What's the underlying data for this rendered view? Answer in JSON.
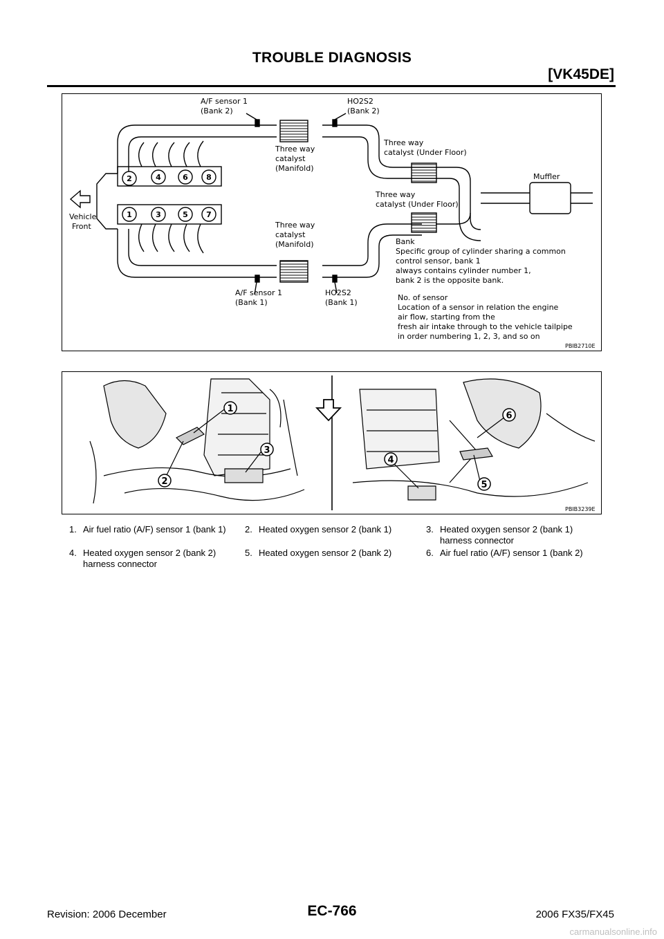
{
  "header": {
    "title": "TROUBLE DIAGNOSIS",
    "section": "[VK45DE]"
  },
  "figure1": {
    "id": "PBIB2710E",
    "labels": {
      "af_bank2_l1": "A/F sensor 1",
      "af_bank2_l2": "(Bank 2)",
      "ho2s2_bank2_l1": "HO2S2",
      "ho2s2_bank2_l2": "(Bank 2)",
      "twc_manifold_top_l1": "Three way",
      "twc_manifold_top_l2": "catalyst",
      "twc_manifold_top_l3": "(Manifold)",
      "twc_underfloor_top_l1": "Three way",
      "twc_underfloor_top_l2": "catalyst (Under Floor)",
      "twc_underfloor_bot_l1": "Three way",
      "twc_underfloor_bot_l2": "catalyst (Under Floor)",
      "muffler": "Muffler",
      "vehicle_front_l1": "Vehicle",
      "vehicle_front_l2": "Front",
      "twc_manifold_bot_l1": "Three way",
      "twc_manifold_bot_l2": "catalyst",
      "twc_manifold_bot_l3": "(Manifold)",
      "bank_l1": "Bank",
      "bank_l2": "Specific group of cylinder sharing a common",
      "bank_l3": "control sensor, bank 1",
      "bank_l4": "always contains cylinder number 1,",
      "bank_l5": "bank 2 is the opposite bank.",
      "af_bank1_l1": "A/F sensor 1",
      "af_bank1_l2": "(Bank 1)",
      "ho2s2_bank1_l1": "HO2S2",
      "ho2s2_bank1_l2": "(Bank 1)",
      "nosensor_l1": "No. of sensor",
      "nosensor_l2": "Location of a sensor in relation the engine",
      "nosensor_l3": "air flow, starting from the",
      "nosensor_l4": "fresh air intake through to the vehicle tailpipe",
      "nosensor_l5": "in order numbering 1, 2, 3, and so on"
    },
    "cylinders_top": [
      "2",
      "4",
      "6",
      "8"
    ],
    "cylinders_bottom": [
      "1",
      "3",
      "5",
      "7"
    ]
  },
  "figure2": {
    "id": "PBIB3239E",
    "callouts": [
      "1",
      "2",
      "3",
      "4",
      "5",
      "6"
    ]
  },
  "legend": [
    {
      "num": "1.",
      "l1": "Air fuel ratio (A/F) sensor 1 (bank 1)",
      "l2": ""
    },
    {
      "num": "2.",
      "l1": "Heated oxygen sensor 2 (bank 1)",
      "l2": ""
    },
    {
      "num": "3.",
      "l1": "Heated oxygen sensor 2 (bank 1)",
      "l2": "harness connector"
    },
    {
      "num": "4.",
      "l1": "Heated oxygen sensor 2 (bank 2)",
      "l2": "harness connector"
    },
    {
      "num": "5.",
      "l1": "Heated oxygen sensor 2 (bank 2)",
      "l2": ""
    },
    {
      "num": "6.",
      "l1": "Air fuel ratio (A/F) sensor 1 (bank 2)",
      "l2": ""
    }
  ],
  "footer": {
    "revision": "Revision: 2006 December",
    "page": "EC-766",
    "model": "2006 FX35/FX45",
    "watermark": "carmanualsonline.info"
  }
}
